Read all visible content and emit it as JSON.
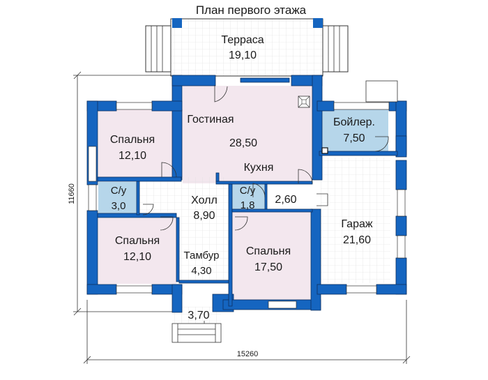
{
  "title": "План первого этажа",
  "colors": {
    "wall": "#1565c0",
    "wall_outline": "#0d2f5e",
    "bedroom_fill": "#f3e7ee",
    "living_fill": "#f3e7ee",
    "bathroom_fill": "#b6d6ea",
    "boiler_fill": "#b6d6ea",
    "floor_fill": "#ffffff",
    "grid": "#dcdcdc"
  },
  "rooms": {
    "terrace": {
      "name": "Терраса",
      "area": "19,10"
    },
    "living": {
      "name": "Гостиная",
      "area": "28,50"
    },
    "kitchen": {
      "name": "Кухня"
    },
    "boiler": {
      "name": "Бойлер.",
      "area": "7,50"
    },
    "bedroom_top": {
      "name": "Спальня",
      "area": "12,10"
    },
    "bath_left": {
      "name": "С/у",
      "area": "3,0"
    },
    "hall": {
      "name": "Холл",
      "area": "8,90"
    },
    "bath_mid": {
      "name": "С/у",
      "area": "1,8"
    },
    "pantry": {
      "area": "2,60"
    },
    "garage": {
      "name": "Гараж",
      "area": "21,60"
    },
    "bedroom_bottom": {
      "name": "Спальня",
      "area": "12,10"
    },
    "vestibule": {
      "name": "Тамбур",
      "area": "4,30"
    },
    "bedroom_right": {
      "name": "Спальня",
      "area": "17,50"
    },
    "porch": {
      "area": "3,70"
    }
  },
  "dimensions": {
    "width": "15260",
    "height": "11660"
  }
}
